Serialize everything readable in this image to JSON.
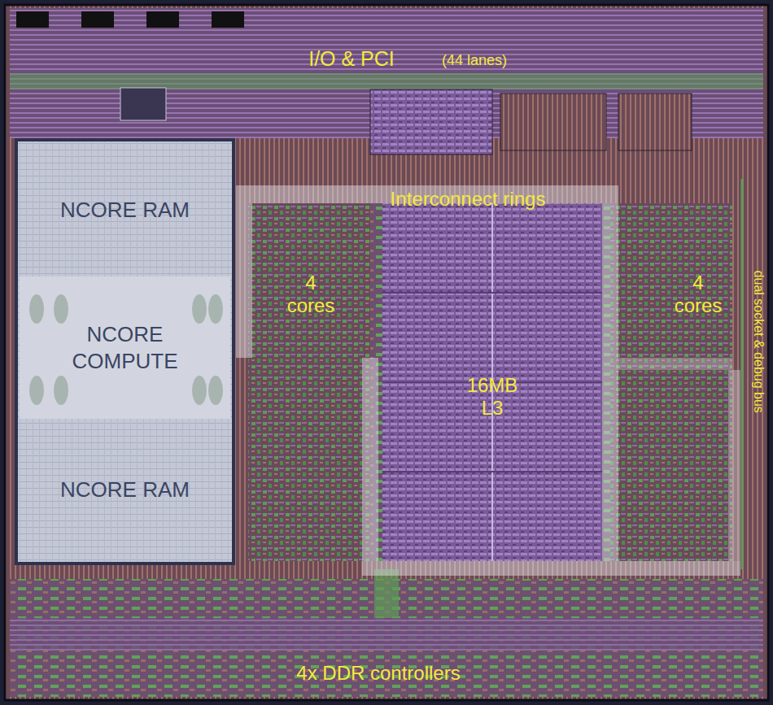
{
  "diagram": {
    "nodes": [
      {
        "text": [
          "NCORE RAM"
        ]
      },
      {
        "text": [
          "NCORE COMPUTE"
        ]
      },
      {
        "text": [
          "NCORE RAM"
        ]
      }
    ],
    "labels": [
      "I/O & PCI",
      "(44 lanes)",
      "Interconnect rings",
      "4 cores",
      "4 cores",
      "16MB L3",
      "dual socket & debug bus",
      "4x DDR controllers"
    ]
  }
}
